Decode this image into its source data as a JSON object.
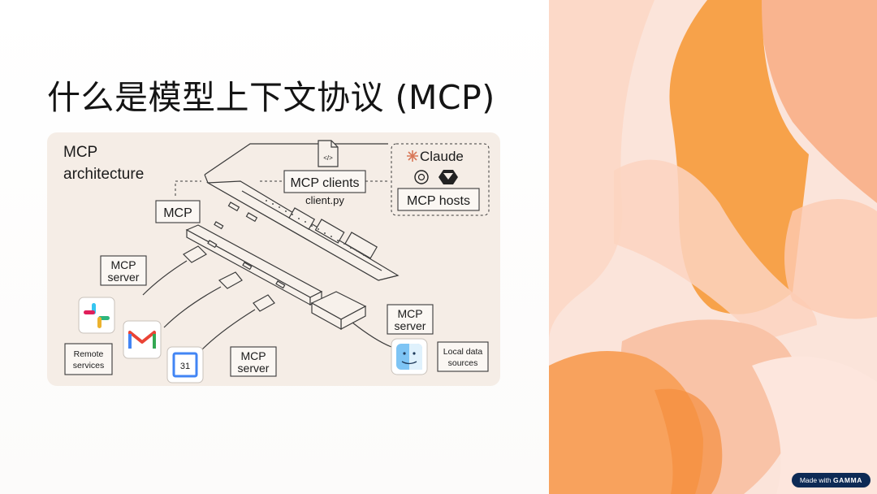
{
  "slide": {
    "title": "什么是模型上下文协议 (MCP)"
  },
  "diagram": {
    "heading_line1": "MCP",
    "heading_line2": "architecture",
    "mcp_label": "MCP",
    "mcp_clients_label": "MCP clients",
    "client_file": "client.py",
    "claude_label": "Claude",
    "mcp_hosts_label": "MCP hosts",
    "mcp_server_top": [
      "MCP",
      "server"
    ],
    "mcp_server_bottom": [
      "MCP",
      "server"
    ],
    "mcp_server_right": [
      "MCP",
      "server"
    ],
    "remote_services": [
      "Remote",
      "services"
    ],
    "local_data_sources": [
      "Local data",
      "sources"
    ],
    "calendar_day": "31",
    "code_icon_text": "</>"
  },
  "badge": {
    "prefix": "Made with",
    "brand": "GAMMA"
  },
  "colors": {
    "card_bg": "#f5ede6",
    "art_bg": "#fbe5dc",
    "art_orange": "#f7a24a",
    "badge_bg": "#0d2a55"
  }
}
